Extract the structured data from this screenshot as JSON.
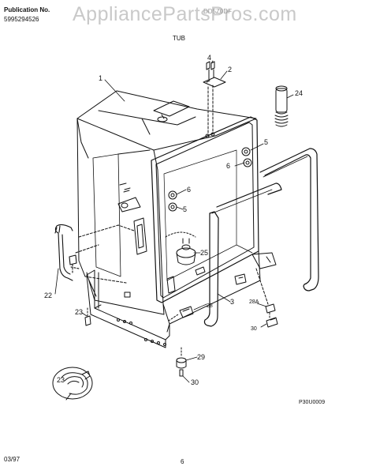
{
  "header": {
    "publication_label": "Publication No.",
    "publication_number": "5995294526",
    "watermark": "AppliancePartsPros.com",
    "model_fragment": "DD5Z0DF",
    "section_title": "TUB"
  },
  "diagram": {
    "callouts": [
      "1",
      "2",
      "3",
      "4",
      "5",
      "5",
      "6",
      "6",
      "22",
      "23",
      "23",
      "24",
      "25",
      "28",
      "28A",
      "29",
      "30",
      "30"
    ],
    "figure_code": "P30U0009"
  },
  "footer": {
    "date": "03/97",
    "page_number": "6"
  }
}
